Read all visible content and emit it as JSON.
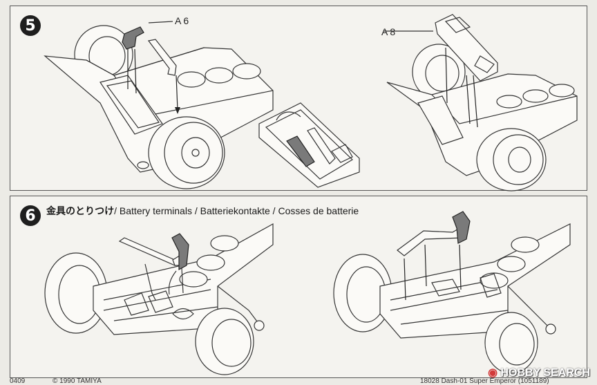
{
  "step5": {
    "number": "5",
    "callouts": {
      "left": "A6",
      "right": "A8"
    }
  },
  "step6": {
    "number": "6",
    "title_jp": "金具のとりつけ",
    "title_rest": "/ Battery terminals / Batteriekontakte / Cosses de batterie"
  },
  "footer": {
    "left_code": "0409",
    "copyright": "© 1990 TAMIYA",
    "right": "18028 Dash-01 Super Emperor (1051189)"
  },
  "watermark": {
    "icon": "hobby-search-logo-icon",
    "text": "HOBBY SEARCH"
  }
}
